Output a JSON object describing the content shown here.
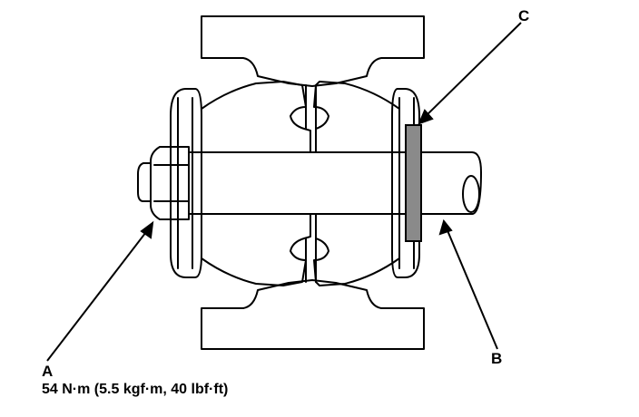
{
  "labels": {
    "a": "A",
    "a_torque": "54 N·m (5.5 kgf·m, 40 lbf·ft)",
    "b": "B",
    "c": "C"
  },
  "colors": {
    "line": "#000000",
    "background": "#ffffff",
    "washer_fill": "#8a8a8a"
  }
}
